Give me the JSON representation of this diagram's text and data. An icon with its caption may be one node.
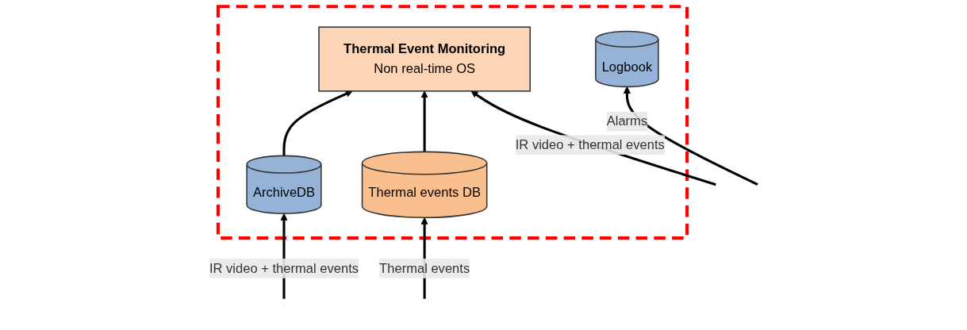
{
  "diagram": {
    "nodes": [
      {
        "text": [],
        "shape": "box"
      },
      {
        "text": [
          "ArchiveDB"
        ],
        "in": 0
      },
      {
        "text": [
          "Thermal Event Monitoring",
          "Non real-time OS"
        ],
        "in": 0
      },
      {
        "text": [
          "Thermal events DB"
        ],
        "in": 0
      },
      {
        "text": [
          "Logbook"
        ],
        "in": 0
      }
    ],
    "edges": [
      {
        "from": 1,
        "to": 2,
        "arrow": "to"
      },
      {
        "from": 3,
        "to": 2,
        "arrow": "to"
      },
      {
        "from": null,
        "to": 1,
        "arrow": "to",
        "label": "IR video + thermal events"
      },
      {
        "from": null,
        "to": 2,
        "arrow": "to",
        "label": "IR video + thermal events"
      },
      {
        "from": null,
        "to": 3,
        "arrow": "to",
        "label": "Thermal events"
      },
      {
        "from": null,
        "to": 4,
        "arrow": "to",
        "label": "Alarms"
      }
    ]
  }
}
